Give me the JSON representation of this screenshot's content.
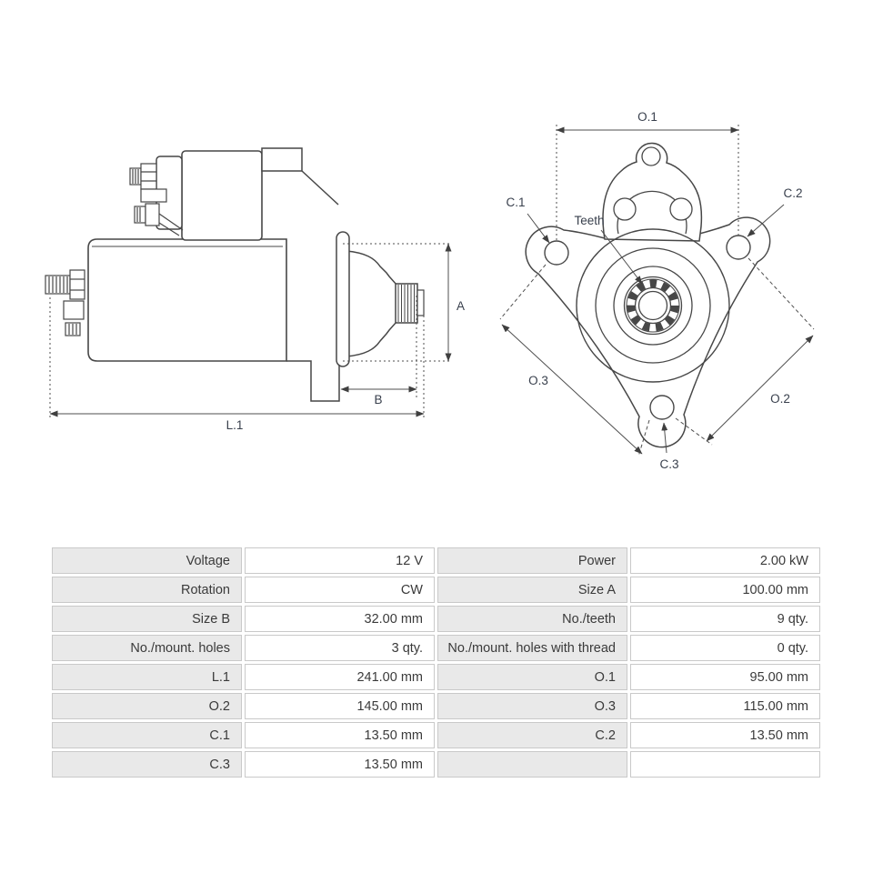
{
  "diagram": {
    "side_view": {
      "name": "starter motor side view",
      "labels": {
        "a": "A",
        "b": "B",
        "l1": "L.1"
      }
    },
    "front_view": {
      "name": "starter motor front flange view",
      "labels": {
        "o1": "O.1",
        "o2": "O.2",
        "o3": "O.3",
        "c1": "C.1",
        "c2": "C.2",
        "c3": "C.3",
        "teeth": "Teeth"
      }
    },
    "colors": {
      "outline": "#474747",
      "dimension": "#4f4f4f",
      "label_text": "#39404d"
    }
  },
  "spec_table": {
    "colors": {
      "label_bg": "#e9e9e9",
      "value_bg": "#ffffff",
      "border": "#c9c9c9",
      "text": "#3a3a3a"
    },
    "rows": [
      {
        "label1": "Voltage",
        "value1": "12 V",
        "label2": "Power",
        "value2": "2.00 kW"
      },
      {
        "label1": "Rotation",
        "value1": "CW",
        "label2": "Size A",
        "value2": "100.00 mm"
      },
      {
        "label1": "Size B",
        "value1": "32.00 mm",
        "label2": "No./teeth",
        "value2": "9 qty."
      },
      {
        "label1": "No./mount. holes",
        "value1": "3 qty.",
        "label2": "No./mount. holes with thread",
        "value2": "0 qty."
      },
      {
        "label1": "L.1",
        "value1": "241.00 mm",
        "label2": "O.1",
        "value2": "95.00 mm"
      },
      {
        "label1": "O.2",
        "value1": "145.00 mm",
        "label2": "O.3",
        "value2": "115.00 mm"
      },
      {
        "label1": "C.1",
        "value1": "13.50 mm",
        "label2": "C.2",
        "value2": "13.50 mm"
      },
      {
        "label1": "C.3",
        "value1": "13.50 mm",
        "label2": "",
        "value2": ""
      }
    ]
  }
}
